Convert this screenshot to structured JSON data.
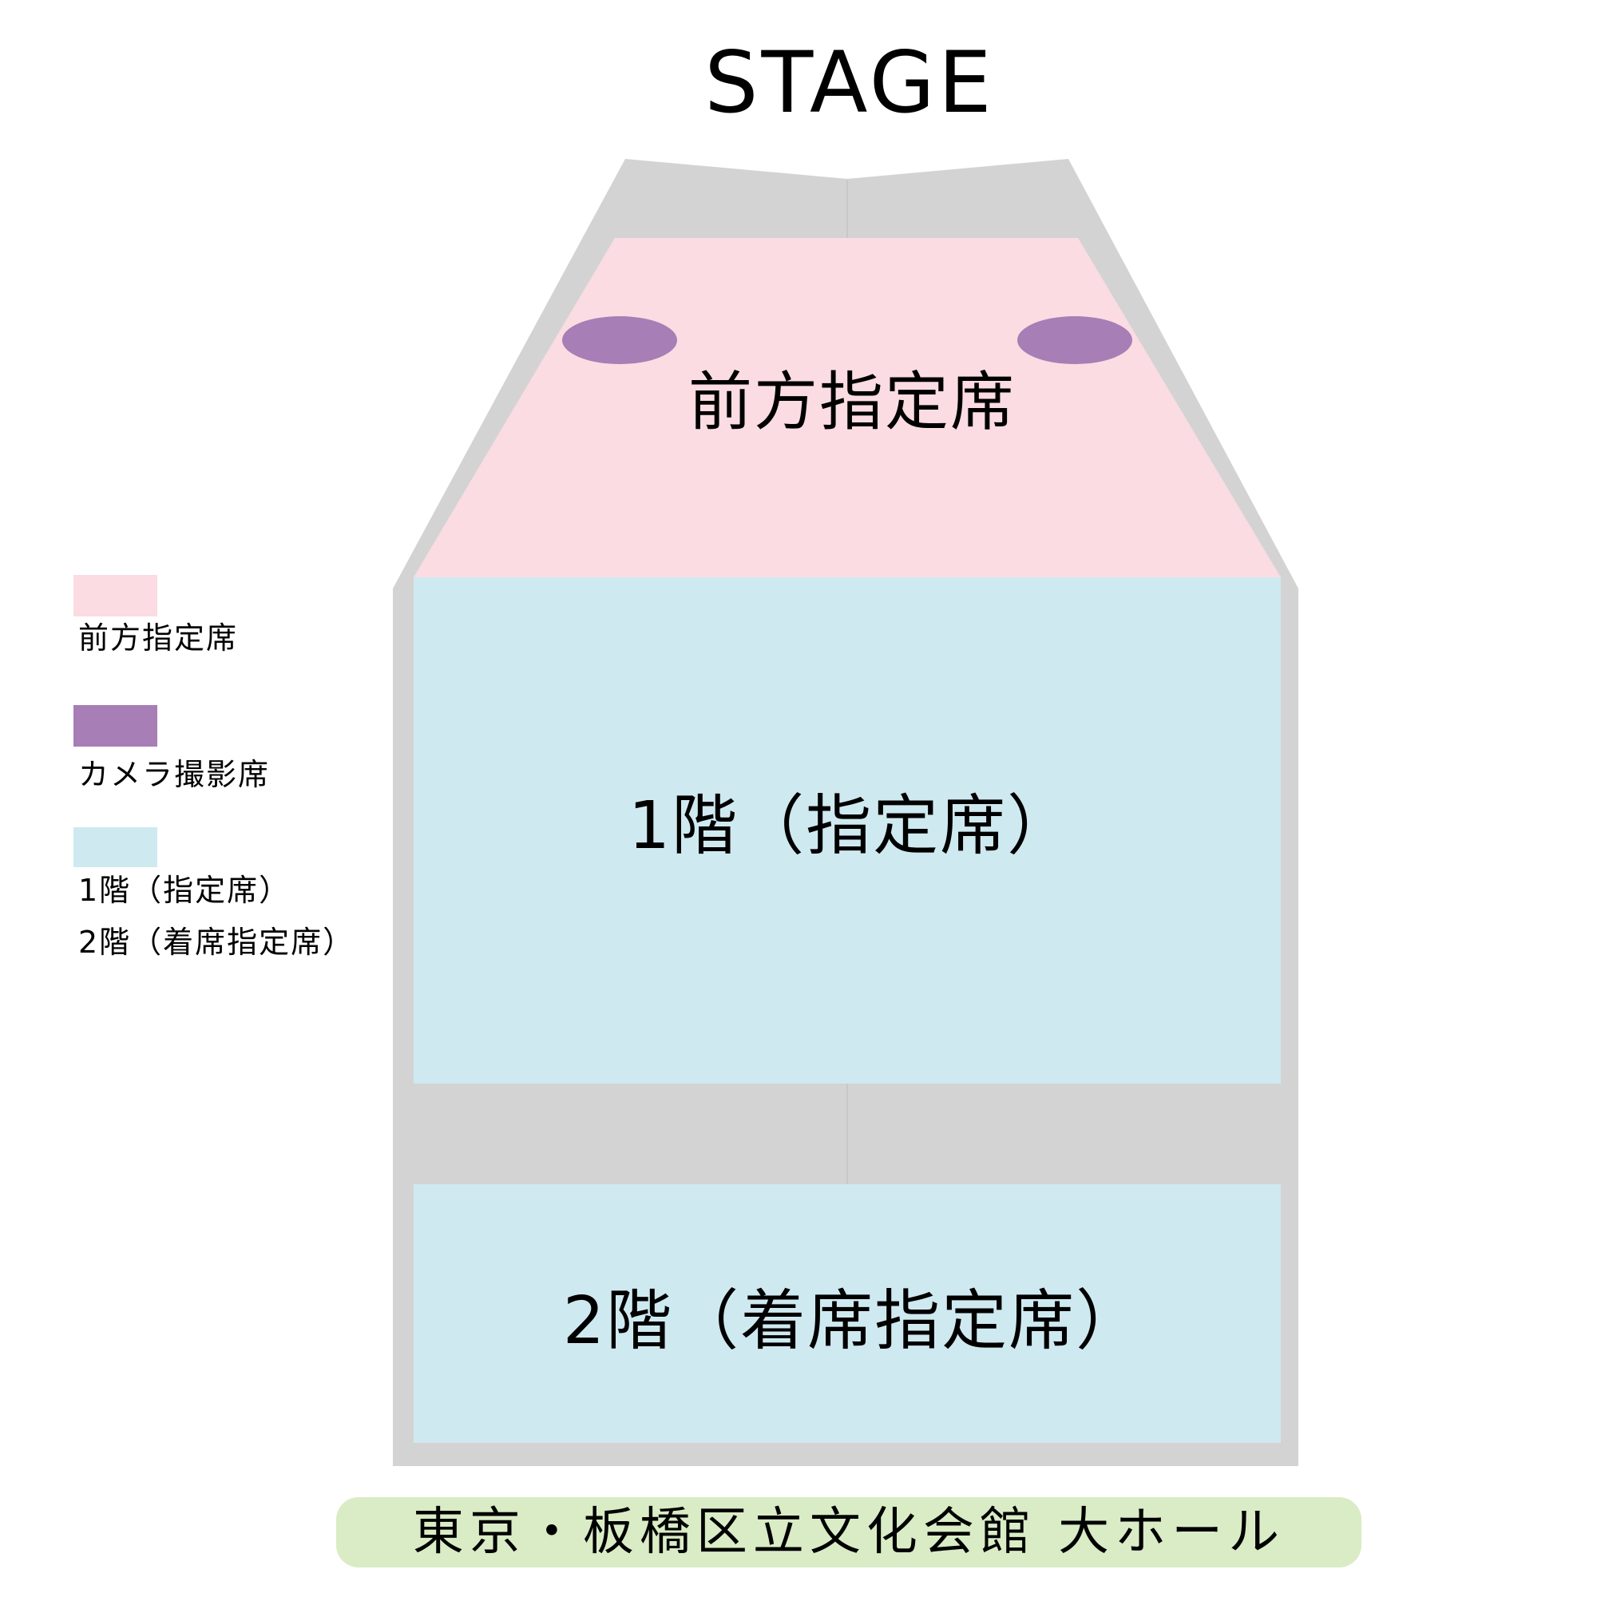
{
  "page": {
    "title": "STAGE"
  },
  "colors": {
    "front": "#fadce2",
    "camera": "#a77eb5",
    "floor": "#cfe9f0",
    "outline": "#d3d3d3",
    "seam": "#c7c7c7",
    "banner": "#d9ecc5"
  },
  "map": {
    "front_section_label": "前方指定席",
    "floor1_label": "1階（指定席）",
    "floor2_label": "2階（着席指定席）"
  },
  "legend": {
    "items": [
      {
        "label": "前方指定席"
      },
      {
        "label": "カメラ撮影席"
      },
      {
        "labels": [
          "1階（指定席）",
          "2階（着席指定席）"
        ]
      }
    ]
  },
  "banner": {
    "venue_name": "東京・板橋区立文化会館 大ホール"
  }
}
